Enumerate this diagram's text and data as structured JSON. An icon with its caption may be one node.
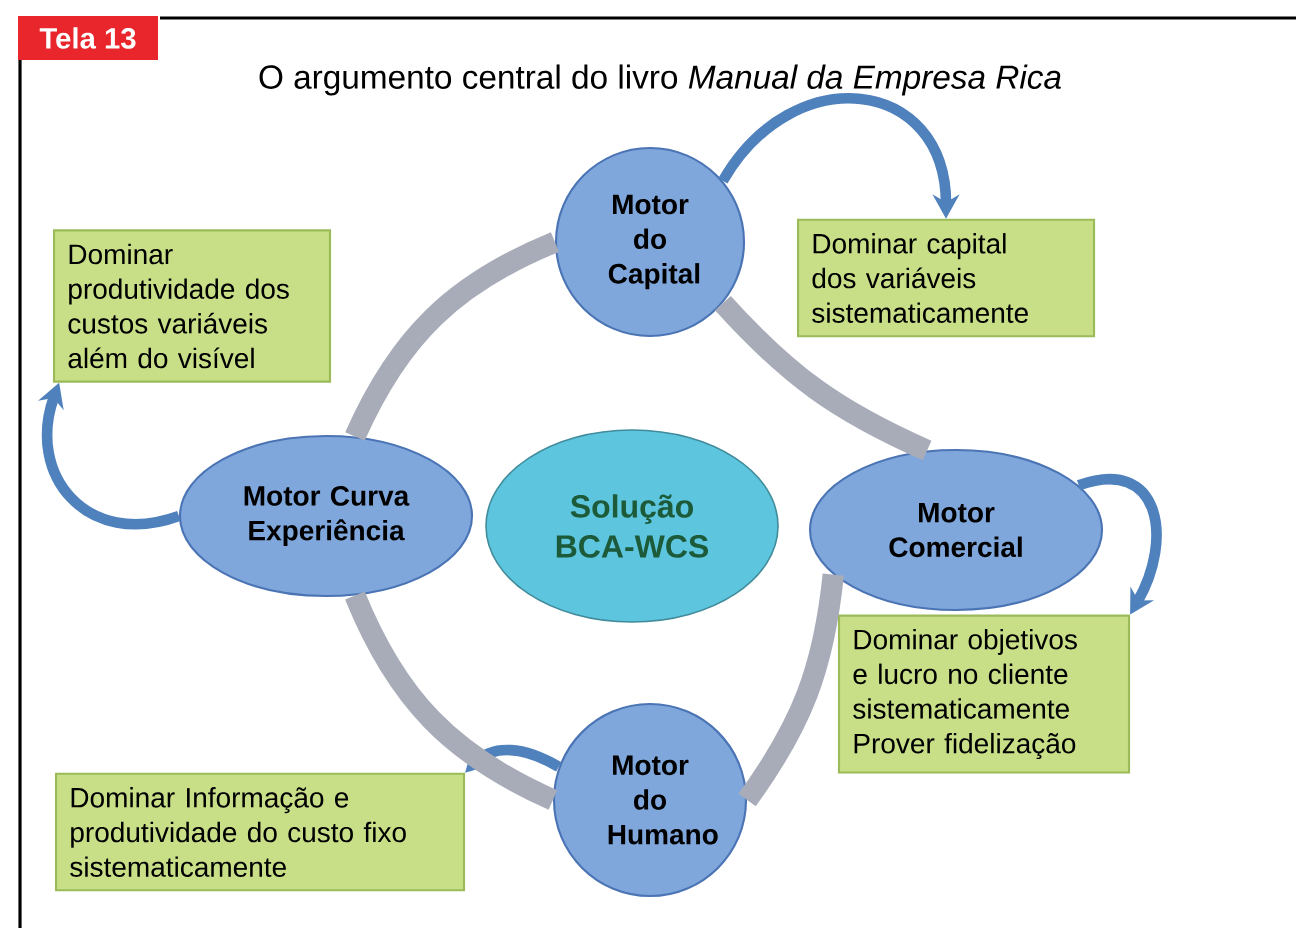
{
  "diagram": {
    "title": "O argumento central do livro *Manual da Empresa Rica*",
    "nodes": [
      {
        "text": [
          "Tela 13"
        ]
      },
      {
        "text": [
          "Motor do Capital"
        ]
      },
      {
        "text": [
          "Dominar capital dos variáveis sistematicamente"
        ]
      },
      {
        "text": [
          "Dominar produtividade dos custos variáveis além do visível"
        ]
      },
      {
        "text": [
          "Motor Curva Experiência"
        ]
      },
      {
        "text": [
          "Solução BCA-WCS"
        ]
      },
      {
        "text": [
          "Motor Comercial"
        ]
      },
      {
        "text": [
          "Dominar objetivos e lucro no cliente sistematicamente Prover fidelização"
        ]
      },
      {
        "text": [
          "Motor do Humano"
        ]
      },
      {
        "text": [
          "Dominar Informação e produtividade do custo fixo sistematicamente"
        ]
      }
    ],
    "edges": [
      {
        "from": 1,
        "to": 2,
        "arrow": "to"
      },
      {
        "from": 4,
        "to": 3,
        "arrow": "to"
      },
      {
        "from": 6,
        "to": 7,
        "arrow": "to"
      },
      {
        "from": 8,
        "to": 9,
        "arrow": "to"
      },
      {
        "from": 4,
        "to": 1,
        "arrow": "none",
        "style": "thick",
        "color": "#a8acb9"
      },
      {
        "from": 1,
        "to": 6,
        "arrow": "none",
        "style": "thick",
        "color": "#a8acb9"
      },
      {
        "from": 6,
        "to": 8,
        "arrow": "none",
        "style": "thick",
        "color": "#a8acb9"
      },
      {
        "from": 8,
        "to": 4,
        "arrow": "none",
        "style": "thick",
        "color": "#a8acb9"
      }
    ]
  }
}
